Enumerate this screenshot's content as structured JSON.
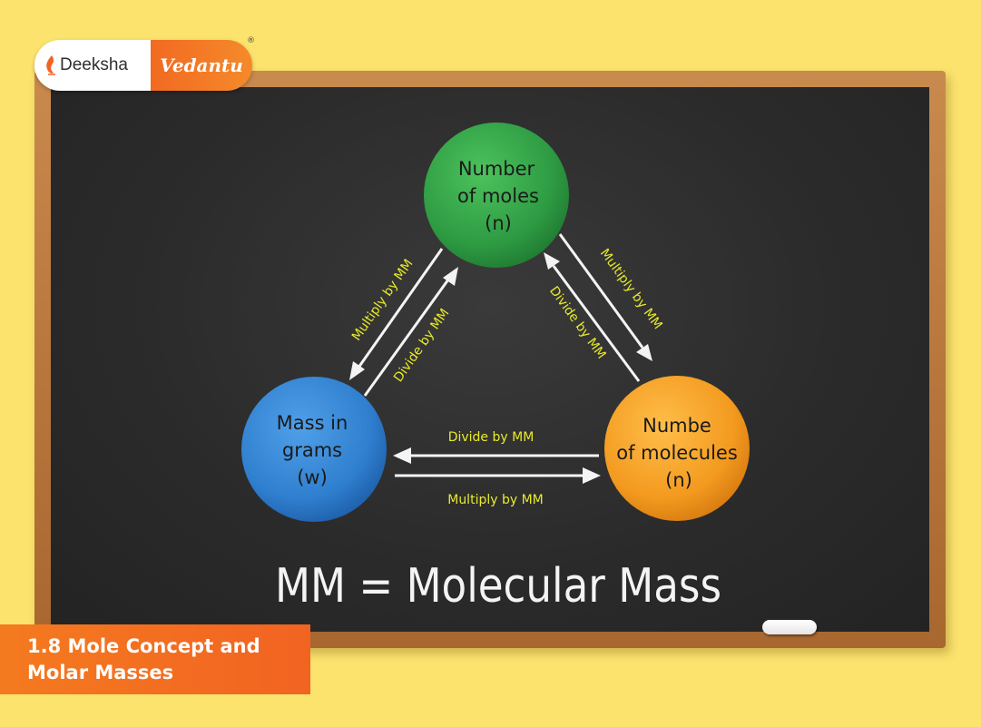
{
  "logo": {
    "brand_left": "Deeksha",
    "brand_right": "Vedantu",
    "registered_mark": "®"
  },
  "topic": {
    "line1": "1.8 Mole Concept and",
    "line2": "Molar Masses"
  },
  "nodes": {
    "moles": {
      "lines": [
        "Number",
        "of moles",
        "(n)"
      ],
      "color": "#2e9b43"
    },
    "mass": {
      "lines": [
        "Mass in",
        "grams",
        "(w)"
      ],
      "color": "#2f7fcf"
    },
    "molecules": {
      "lines": [
        "Numbe",
        "of molecules",
        "(n)"
      ],
      "color": "#f39a1f"
    }
  },
  "arrows": {
    "moles_to_mass": "Multiply by MM",
    "mass_to_moles": "Divide by MM",
    "moles_to_molecules": "Multiply by MM",
    "molecules_to_moles": "Divide by MM",
    "molecules_to_mass": "Divide by MM",
    "mass_to_molecules": "Multiply by MM"
  },
  "footnote": "MM = Molecular Mass",
  "colors": {
    "label_yellow": "#e8ea2a",
    "chalk_white": "#f4f4f4",
    "board": "#2b2b2b",
    "background": "#fbe36e",
    "accent_orange": "#f26322"
  }
}
